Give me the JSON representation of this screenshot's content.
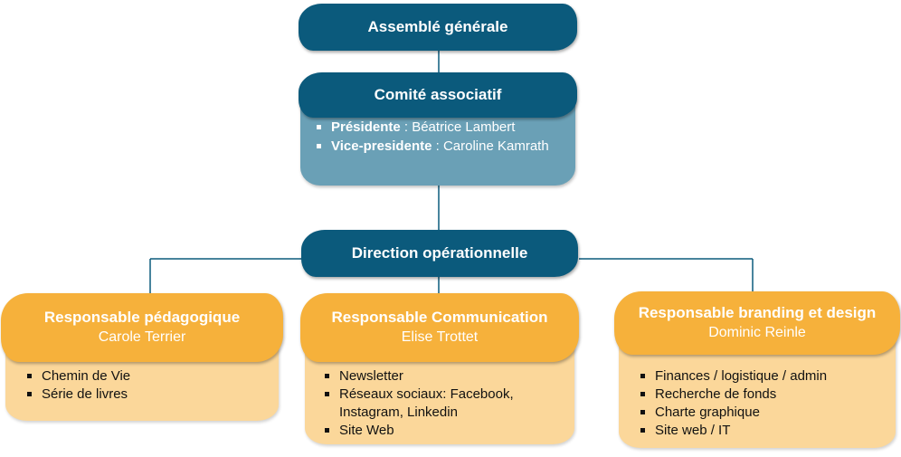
{
  "assemble": {
    "title": "Assemblé générale"
  },
  "comite": {
    "title": "Comité associatif",
    "members": [
      {
        "role": "Présidente",
        "name": " : Béatrice Lambert"
      },
      {
        "role": "Vice-presidente",
        "name": " : Caroline Kamrath"
      }
    ]
  },
  "direction": {
    "title": "Direction opérationnelle"
  },
  "responsables": [
    {
      "title": "Responsable pédagogique",
      "person": "Carole Terrier",
      "items": [
        "Chemin de Vie",
        "Série de livres"
      ]
    },
    {
      "title": "Responsable Communication",
      "person": "Elise Trottet",
      "items": [
        "Newsletter",
        "Réseaux sociaux: Facebook, Instagram, Linkedin",
        "Site Web"
      ]
    },
    {
      "title": "Responsable branding et design",
      "person": "Dominic Reinle",
      "items": [
        "Finances / logistique / admin",
        "Recherche de fonds",
        "Charte graphique",
        "Site web / IT"
      ]
    }
  ],
  "colors": {
    "dark_blue": "#0b5a7c",
    "light_blue": "#6aa0b6",
    "orange": "#f6b13b",
    "light_orange": "#fbd79a",
    "connector": "#0b5a7c"
  }
}
